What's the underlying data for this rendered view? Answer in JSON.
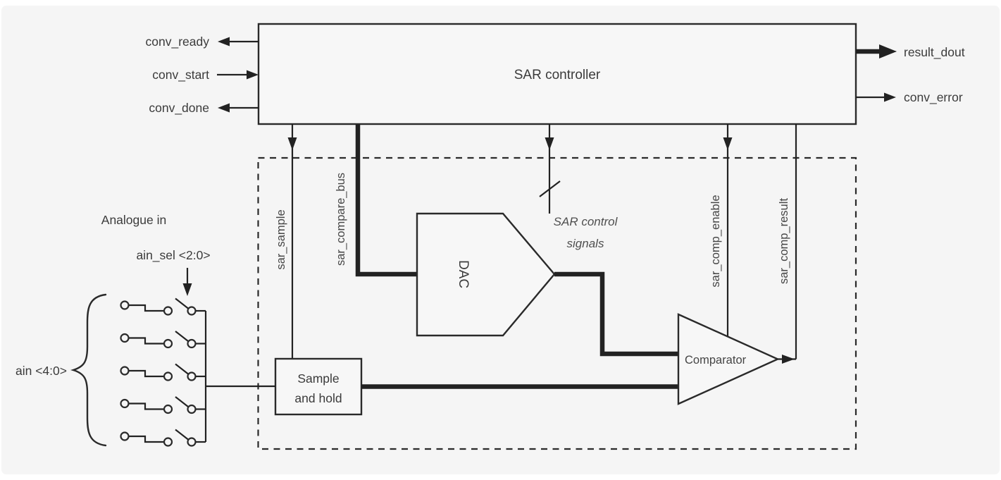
{
  "colors": {
    "page_background": "#ffffff",
    "canvas_background": "#f5f5f5",
    "line": "#222222",
    "text": "#3b3b3b",
    "muted_text": "#4f4f4f"
  },
  "controller": {
    "label": "SAR controller"
  },
  "ports": {
    "conv_ready": "conv_ready",
    "conv_start": "conv_start",
    "conv_done": "conv_done",
    "result_dout": "result_dout",
    "conv_error": "conv_error"
  },
  "signals": {
    "sar_sample": "sar_sample",
    "sar_compare_bus": "sar_compare_bus",
    "sar_control_line1": "SAR control",
    "sar_control_line2": "signals",
    "sar_comp_enable": "sar_comp_enable",
    "sar_comp_result": "sar_comp_result"
  },
  "blocks": {
    "dac": "DAC",
    "comparator": "Comparator",
    "sample_hold_line1": "Sample",
    "sample_hold_line2": "and hold"
  },
  "analog_input": {
    "analogue_in": "Analogue in",
    "ain_sel": "ain_sel <2:0>",
    "ain": "ain <4:0>",
    "switch_count": 5
  }
}
